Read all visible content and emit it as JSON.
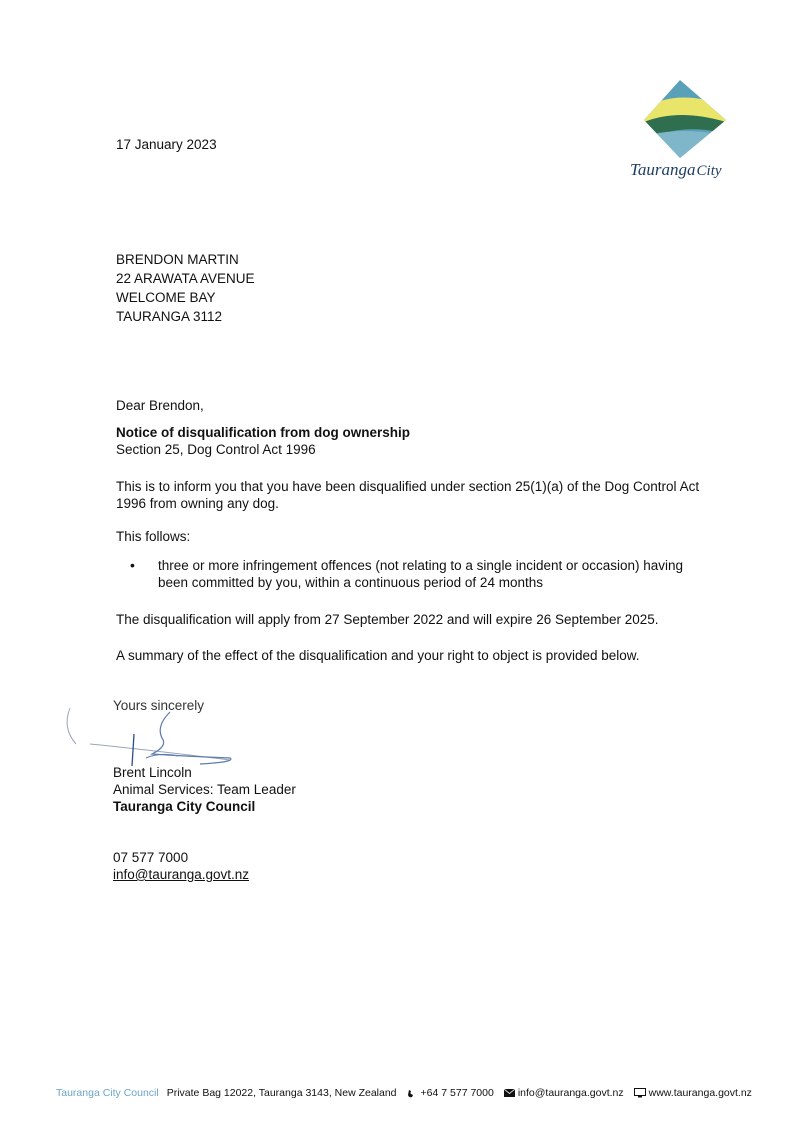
{
  "letter": {
    "date": "17 January 2023",
    "recipient": {
      "lines": [
        "BRENDON MARTIN",
        "22 ARAWATA AVENUE",
        "WELCOME BAY",
        "TAURANGA 3112"
      ]
    },
    "salutation": "Dear Brendon,",
    "notice_title": "Notice of disqualification from dog ownership",
    "notice_subtitle": "Section 25, Dog Control Act 1996",
    "paragraph1": "This is to inform you that you have been disqualified under section 25(1)(a) of the Dog Control Act 1996 from owning any dog.",
    "follows_label": "This follows:",
    "bullets": [
      "three or more infringement offences (not relating to a single incident or occasion) having been committed by you, within a continuous period of 24 months"
    ],
    "paragraph2": "The disqualification will apply from 27 September 2022 and will expire 26 September 2025.",
    "paragraph3": "A summary of the effect of the disqualification and your right to object is provided below.",
    "closing": "Yours sincerely",
    "signer": {
      "name": "Brent Lincoln",
      "role": "Animal Services: Team Leader",
      "organisation": "Tauranga City Council"
    },
    "contact": {
      "phone": "07 577 7000",
      "email": "info@tauranga.govt.nz"
    }
  },
  "logo": {
    "name": "Tauranga",
    "suffix": "City",
    "colors": {
      "teal": "#3f8fa6",
      "green": "#2f6e4f",
      "yellow": "#e9e46a",
      "navy": "#1b3d66"
    }
  },
  "footer": {
    "org": "Tauranga City Council",
    "address": "Private Bag 12022, Tauranga 3143, New Zealand",
    "phone": "+64 7 577 7000",
    "email": "info@tauranga.govt.nz",
    "website": "www.tauranga.govt.nz",
    "icons": [
      "phone-icon",
      "email-icon",
      "monitor-icon"
    ]
  }
}
